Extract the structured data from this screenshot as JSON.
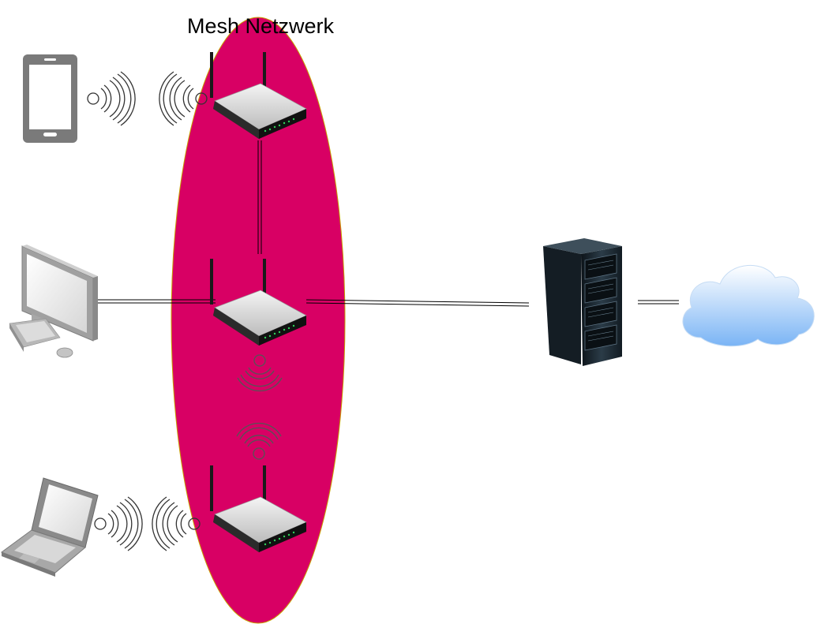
{
  "diagram": {
    "title": "Mesh Netzwerk",
    "colors": {
      "mesh_fill": "#d80064",
      "mesh_stroke": "#c8a200",
      "link": "#000000",
      "wifi_light": "#333333",
      "wifi_dark": "#555555",
      "router_body": "#e4e4e4",
      "router_base": "#1f1f1f",
      "led": "#2fd05a",
      "device_gray": "#7a7a7a",
      "server_dark": "#1d2a33",
      "cloud_top": "#ffffff",
      "cloud_bottom": "#7ab4f5"
    },
    "nodes": [
      {
        "id": "smartphone",
        "icon": "smartphone-icon"
      },
      {
        "id": "desktop",
        "icon": "desktop-computer-icon"
      },
      {
        "id": "laptop",
        "icon": "laptop-icon"
      },
      {
        "id": "router-top",
        "icon": "wireless-router-icon"
      },
      {
        "id": "router-middle",
        "icon": "wireless-router-icon"
      },
      {
        "id": "router-bottom",
        "icon": "wireless-router-icon"
      },
      {
        "id": "server",
        "icon": "server-rack-icon"
      },
      {
        "id": "internet",
        "icon": "cloud-icon"
      }
    ],
    "links": [
      {
        "from": "router-top",
        "to": "router-middle",
        "type": "wired"
      },
      {
        "from": "desktop",
        "to": "router-middle",
        "type": "wired"
      },
      {
        "from": "router-middle",
        "to": "server",
        "type": "wired"
      },
      {
        "from": "server",
        "to": "internet",
        "type": "wired"
      },
      {
        "from": "smartphone",
        "to": "router-top",
        "type": "wireless"
      },
      {
        "from": "laptop",
        "to": "router-bottom",
        "type": "wireless"
      },
      {
        "from": "router-middle",
        "to": "router-bottom",
        "type": "wireless"
      }
    ]
  }
}
